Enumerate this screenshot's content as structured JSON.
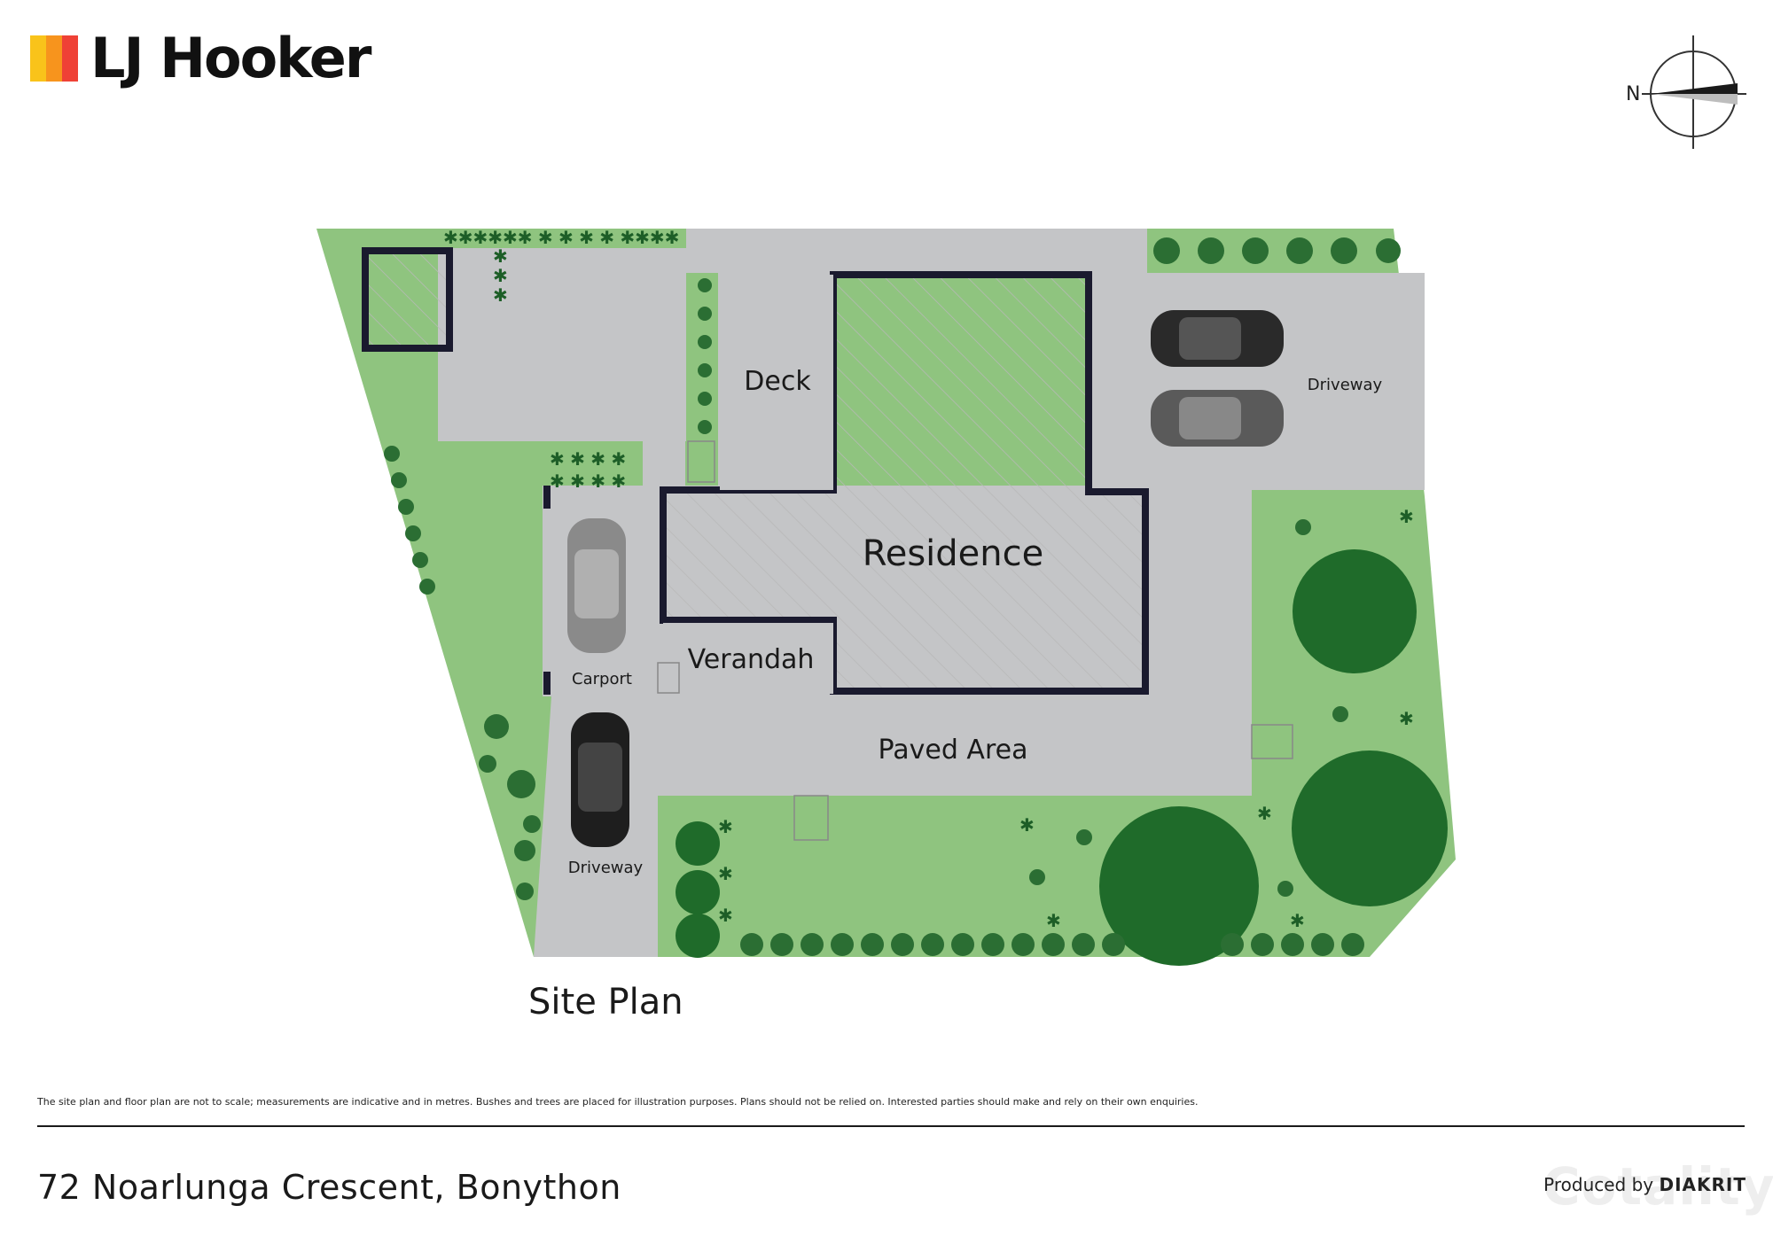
{
  "brand": {
    "name": "LJ Hooker",
    "bar_colors": [
      "#f9c31a",
      "#f7941d",
      "#ef4136"
    ]
  },
  "compass": {
    "label": "N"
  },
  "plan": {
    "title": "Site Plan",
    "labels": {
      "residence": "Residence",
      "deck": "Deck",
      "verandah": "Verandah",
      "carport": "Carport",
      "driveway_left": "Driveway",
      "driveway_right": "Driveway",
      "paved_area": "Paved Area"
    },
    "colors": {
      "lawn": "#8fc47f",
      "paving": "#c4c5c7",
      "wall": "#1a1a2e",
      "tree": "#1f6b2a",
      "shrub": "#2b6e33"
    }
  },
  "disclaimer": "The site plan and floor plan are not to scale; measurements are indicative and in metres. Bushes and trees are placed for illustration purposes. Plans should not be relied on. Interested parties should make and rely on their own enquiries.",
  "address": "72 Noarlunga Crescent, Bonython",
  "produced_by": {
    "prefix": "Produced by",
    "brand": "DIAKRIT"
  },
  "watermark": "Cotality"
}
